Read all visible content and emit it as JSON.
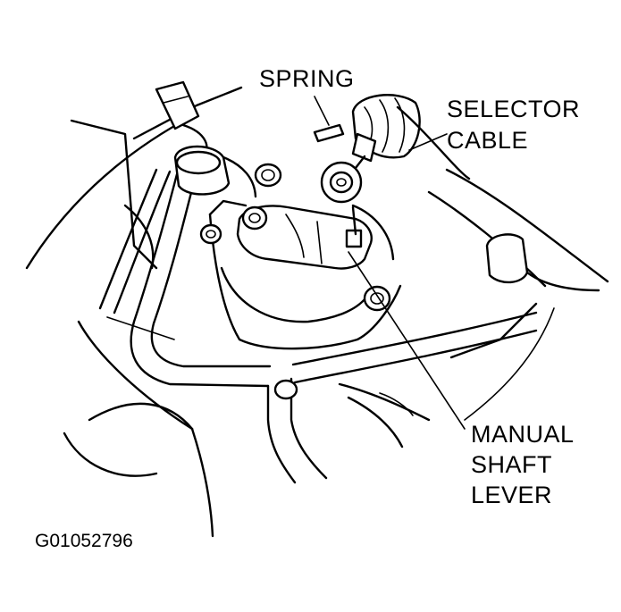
{
  "labels": {
    "spring": "SPRING",
    "selector_cable_line1": "SELECTOR",
    "selector_cable_line2": "CABLE",
    "manual_shaft_lever_line1": "MANUAL",
    "manual_shaft_lever_line2": "SHAFT",
    "manual_shaft_lever_line3": "LEVER"
  },
  "figure_id": "G01052796",
  "colors": {
    "ink": "#000000",
    "paper": "#ffffff"
  }
}
